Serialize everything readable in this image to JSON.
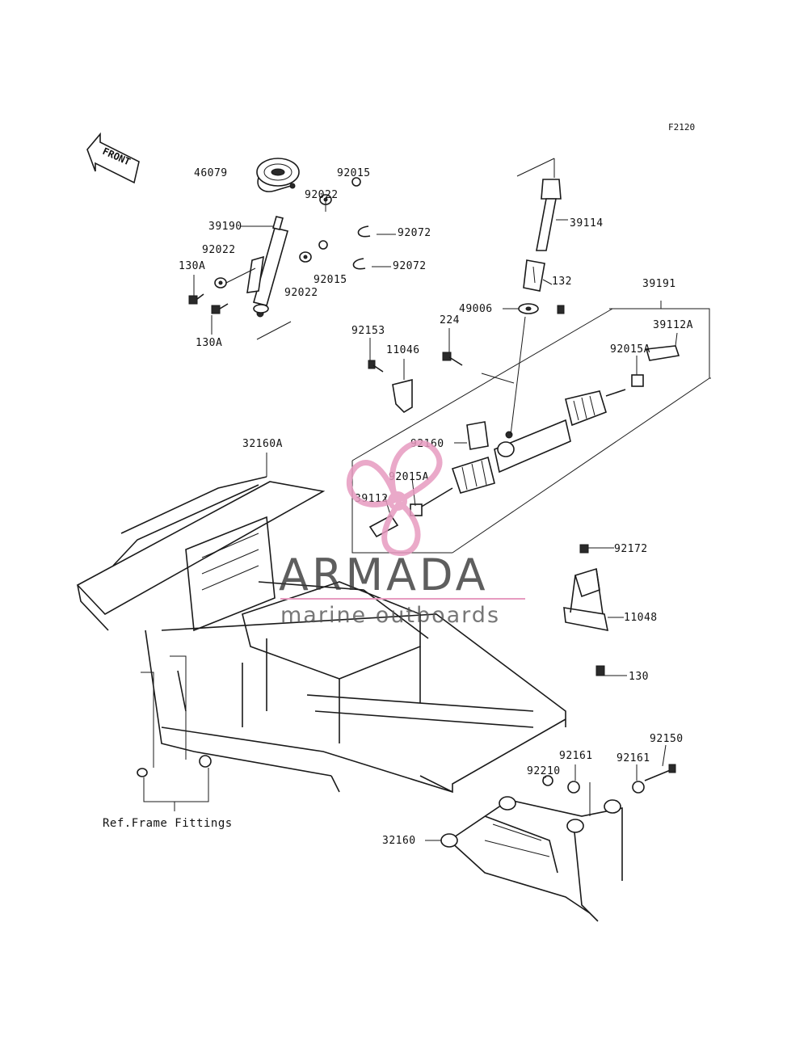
{
  "diagram": {
    "figure_code": "F2120",
    "front_label": "FRONT",
    "ref_note": "Ref.Frame Fittings",
    "watermark": {
      "brand": "ARMADA",
      "tagline": "marine outboards",
      "accent_color": "#e79bc0"
    },
    "part_labels": {
      "p46079": "46079",
      "p92015_top": "92015",
      "p92022_a": "92022",
      "p39190": "39190",
      "p92072_a": "92072",
      "p92022_b": "92022",
      "p130A_a": "130A",
      "p92072_b": "92072",
      "p92015_mid": "92015",
      "p92022_c": "92022",
      "p130A_b": "130A",
      "p39114": "39114",
      "p132": "132",
      "p39191": "39191",
      "p49006": "49006",
      "p224": "224",
      "p92153": "92153",
      "p11046": "11046",
      "p39112A": "39112A",
      "p92015A_r": "92015A",
      "p92160": "92160",
      "p92015A_l": "92015A",
      "p39112": "39112",
      "p32160A": "32160A",
      "p92172": "92172",
      "p11048": "11048",
      "p130": "130",
      "p92150": "92150",
      "p92161_a": "92161",
      "p92210": "92210",
      "p92161_b": "92161",
      "p32160": "32160"
    }
  }
}
